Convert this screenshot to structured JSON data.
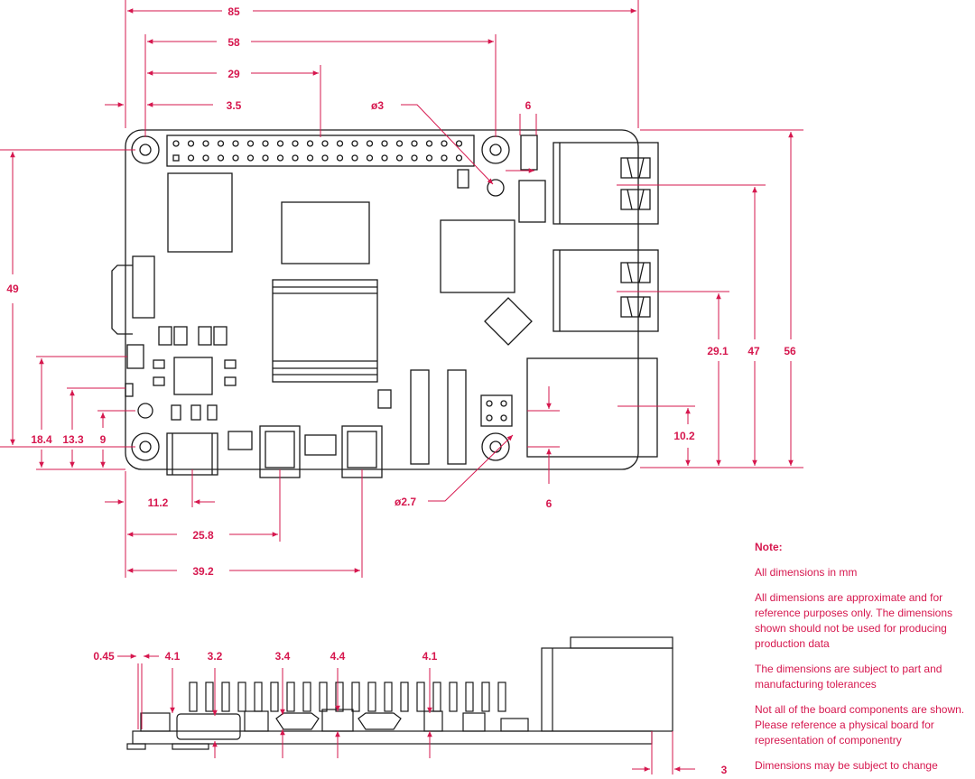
{
  "top_view": {
    "width_overall": "85",
    "mount_hole_spacing_x": "58",
    "header_center": "29",
    "hole_offset": "3.5",
    "hole_diameter": "ø3",
    "poe_header_width": "6",
    "height_mount_holes": "49",
    "usb_upper_center": "47",
    "usb_lower_center": "29.1",
    "board_height": "56",
    "ethernet_center": "10.2",
    "mount_hole_diameter_label": "ø2.7",
    "bottom_hole_offset": "6",
    "power_center_x": "11.2",
    "hdmi0_center_x": "25.8",
    "hdmi1_center_x": "39.2",
    "left_height_1": "18.4",
    "left_height_2": "13.3",
    "left_height_3": "9"
  },
  "side_view": {
    "d1": "0.45",
    "d2": "4.1",
    "d3": "3.2",
    "d4": "3.4",
    "d5": "4.4",
    "d6": "4.1",
    "d7": "3"
  },
  "notes": {
    "title": "Note:",
    "items": [
      "All dimensions in mm",
      "All dimensions are approximate and for reference purposes only. The dimensions shown should not be used for producing production data",
      "The dimensions are subject to part and manufacturing tolerances",
      "Not all of the board components are shown. Please reference a physical board for representation of componentry",
      "Dimensions may be subject to change"
    ]
  },
  "colors": {
    "dimension": "#d6174e",
    "outline": "#1a1a1a"
  }
}
